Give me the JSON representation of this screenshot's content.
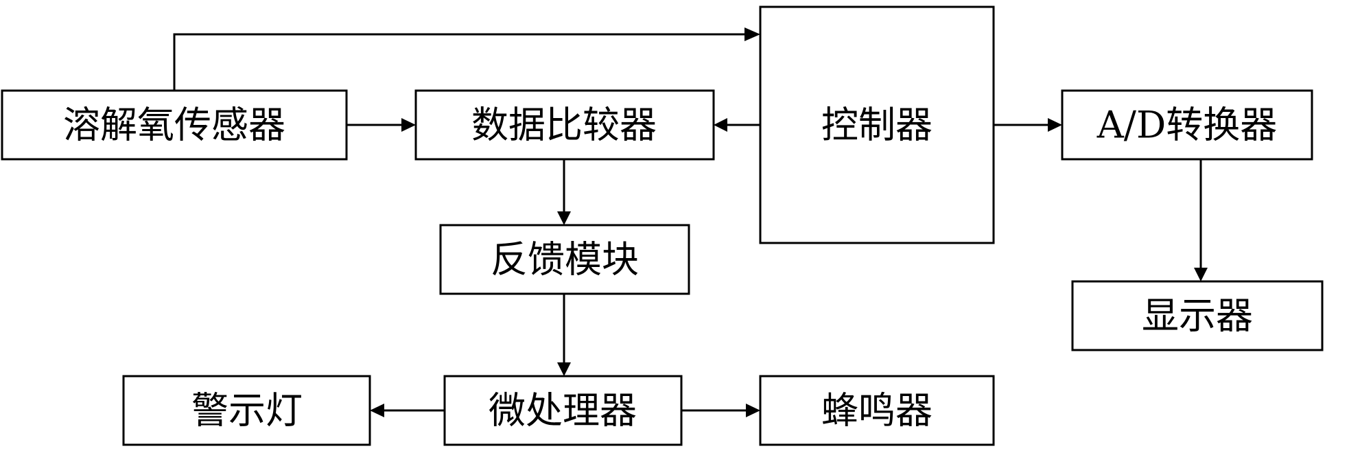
{
  "blocks": {
    "do_sensor": "溶解氧传感器",
    "comparator": "数据比较器",
    "controller": "控制器",
    "ad_converter": "A/D转换器",
    "feedback": "反馈模块",
    "display": "显示器",
    "warning_light": "警示灯",
    "microprocessor": "微处理器",
    "buzzer": "蜂鸣器"
  },
  "connections": [
    {
      "from": "do_sensor",
      "to": "controller"
    },
    {
      "from": "do_sensor",
      "to": "comparator"
    },
    {
      "from": "controller",
      "to": "comparator"
    },
    {
      "from": "controller",
      "to": "ad_converter"
    },
    {
      "from": "ad_converter",
      "to": "display"
    },
    {
      "from": "comparator",
      "to": "feedback"
    },
    {
      "from": "feedback",
      "to": "microprocessor"
    },
    {
      "from": "microprocessor",
      "to": "warning_light"
    },
    {
      "from": "microprocessor",
      "to": "buzzer"
    }
  ]
}
